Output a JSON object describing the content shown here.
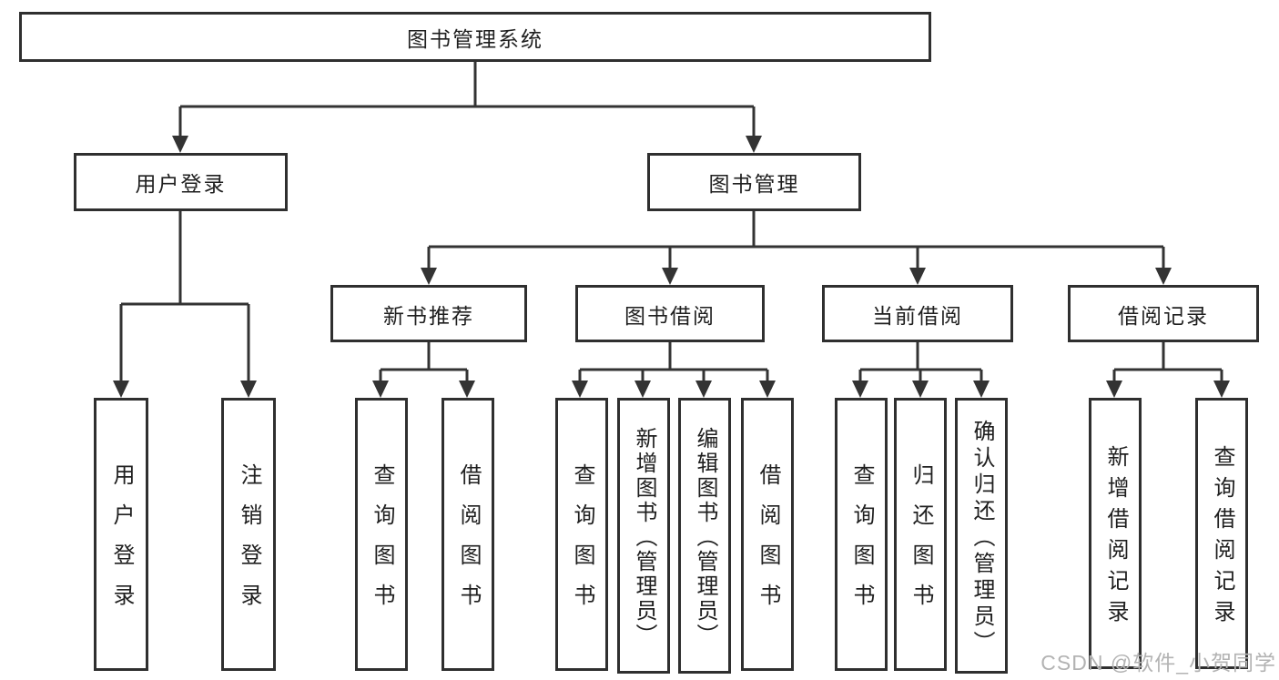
{
  "tree": {
    "root": {
      "label": "图书管理系统"
    },
    "user_login": {
      "label": "用户登录",
      "children": [
        {
          "label": "用户登录"
        },
        {
          "label": "注销登录"
        }
      ]
    },
    "book_mgmt": {
      "label": "图书管理",
      "groups": [
        {
          "label": "新书推荐",
          "children": [
            {
              "label": "查询图书"
            },
            {
              "label": "借阅图书"
            }
          ]
        },
        {
          "label": "图书借阅",
          "children": [
            {
              "label": "查询图书"
            },
            {
              "label": "新增图书（管理员）"
            },
            {
              "label": "编辑图书（管理员）"
            },
            {
              "label": "借阅图书"
            }
          ]
        },
        {
          "label": "当前借阅",
          "children": [
            {
              "label": "查询图书"
            },
            {
              "label": "归还图书"
            },
            {
              "label": "确认归还（管理员）"
            }
          ]
        },
        {
          "label": "借阅记录",
          "children": [
            {
              "label": "新增借阅记录"
            },
            {
              "label": "查询借阅记录"
            }
          ]
        }
      ]
    }
  },
  "watermark": {
    "text": "CSDN @软件_小贺同学"
  },
  "colors": {
    "line": "#333333",
    "box_border": "#2f2f2f",
    "text": "#1f1f1f",
    "watermark": "#b3b3b3",
    "background": "#ffffff"
  }
}
